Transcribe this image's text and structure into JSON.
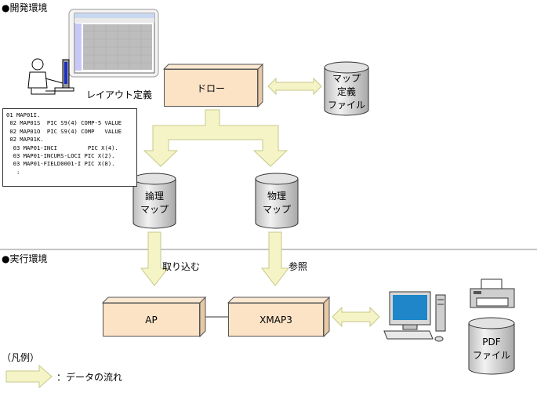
{
  "sections": {
    "development": "●開発環境",
    "runtime": "●実行環境"
  },
  "labels": {
    "layout_definition": "レイアウト定義",
    "load": "取り込む",
    "reference": "参照"
  },
  "boxes": {
    "draw": "ドロー",
    "ap": "AP",
    "xmap3": "XMAP3"
  },
  "cylinders": {
    "map_definition_file": [
      "マップ",
      "定義",
      "ファイル"
    ],
    "logical_map": [
      "論理",
      "マップ"
    ],
    "physical_map": [
      "物理",
      "マップ"
    ],
    "pdf_file": [
      "PDF",
      "ファイル"
    ]
  },
  "code_lines": [
    "01 MAP01I.",
    " 02 MAP01S  PIC S9(4) COMP-5 VALUE",
    " 02 MAP01O  PIC S9(4) COMP   VALUE",
    " 02 MAP01K.",
    "  03 MAP01-INCI         PIC X(4).",
    "  03 MAP01-INCURS-LOCI PIC X(2).",
    "  03 MAP01-FIELD0001-I PIC X(8).",
    "   :"
  ],
  "legend": {
    "title": "（凡例）",
    "arrow_desc": "：データの流れ"
  },
  "colors": {
    "box_fill": "#fde3c6",
    "arrow_fill": "#f4f4c6",
    "arrow_stroke": "#c9c98a",
    "cylinder_fill": "#d8d8d8"
  }
}
